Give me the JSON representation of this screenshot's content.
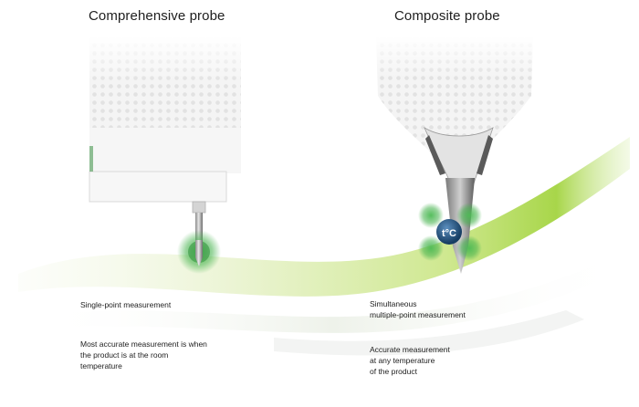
{
  "comprehensive": {
    "title": "Comprehensive probe",
    "caption_single": "Single-point measurement",
    "caption_accuracy": "Most accurate measurement is when\nthe product is at the room\ntemperature"
  },
  "composite": {
    "title": "Composite probe",
    "badge": "t°C",
    "caption_multi": "Simultaneous\nmultiple-point measurement",
    "caption_accuracy": "Accurate measurement\nat any temperature\nof the product"
  },
  "colors": {
    "accent_green": "#3fae4a",
    "swoosh_green": "#a8d64a",
    "badge_blue": "#1f4f7a"
  }
}
